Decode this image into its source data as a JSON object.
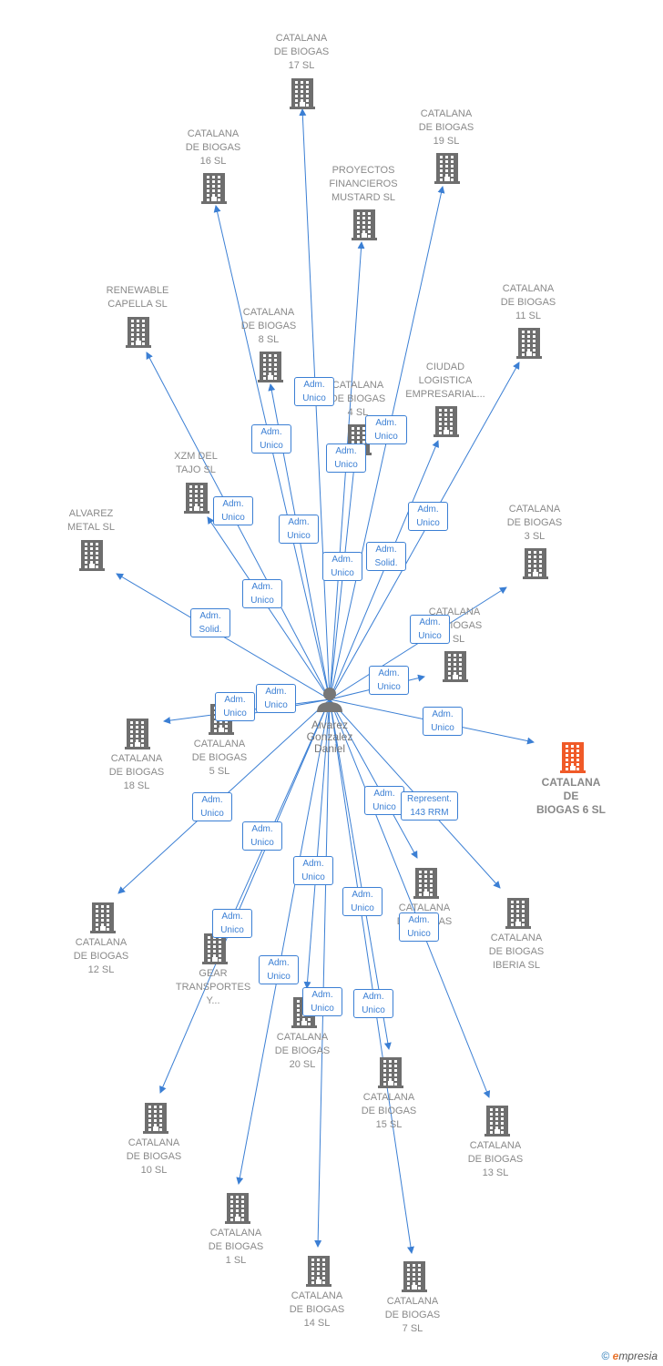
{
  "colors": {
    "edge": "#3b7fd4",
    "building": "#6e6e6e",
    "building_highlight": "#f05a28",
    "text": "#8a8a8a"
  },
  "person": {
    "name": "Alvarez\nGonzalez\nDaniel",
    "icon": "person-icon"
  },
  "nodes": [
    {
      "id": "n17",
      "label": "CATALANA\nDE BIOGAS\n17  SL"
    },
    {
      "id": "n16",
      "label": "CATALANA\nDE BIOGAS\n16  SL"
    },
    {
      "id": "n19",
      "label": "CATALANA\nDE BIOGAS\n19  SL"
    },
    {
      "id": "nproy",
      "label": "PROYECTOS\nFINANCIEROS\nMUSTARD  SL"
    },
    {
      "id": "nren",
      "label": "RENEWABLE\nCAPELLA  SL"
    },
    {
      "id": "n11",
      "label": "CATALANA\nDE BIOGAS\n11  SL"
    },
    {
      "id": "n8",
      "label": "CATALANA\nDE BIOGAS\n8  SL"
    },
    {
      "id": "n4",
      "label": "CATALANA\nDE BIOGAS\n4  SL"
    },
    {
      "id": "nciu",
      "label": "CIUDAD\nLOGISTICA\nEMPRESARIAL..."
    },
    {
      "id": "nxzm",
      "label": "XZM DEL\nTAJO SL"
    },
    {
      "id": "nalv",
      "label": "ALVAREZ\nMETAL  SL"
    },
    {
      "id": "n3",
      "label": "CATALANA\nDE BIOGAS\n3  SL"
    },
    {
      "id": "n2",
      "label": "CATALANA\nDE BIOGAS\n2  SL"
    },
    {
      "id": "n6",
      "label": "CATALANA\nDE\nBIOGAS 6  SL",
      "highlight": true
    },
    {
      "id": "n18",
      "label": "CATALANA\nDE BIOGAS\n18  SL"
    },
    {
      "id": "n5",
      "label": "CATALANA\nDE BIOGAS\n5  SL"
    },
    {
      "id": "n9",
      "label": "CATALANA\nDE BIOGAS\n9  SL"
    },
    {
      "id": "niber",
      "label": "CATALANA\nDE BIOGAS\nIBERIA  SL"
    },
    {
      "id": "n12",
      "label": "CATALANA\nDE BIOGAS\n12  SL"
    },
    {
      "id": "ngear",
      "label": "GEAR\nTRANSPORTES\nY..."
    },
    {
      "id": "n20",
      "label": "CATALANA\nDE BIOGAS\n20  SL"
    },
    {
      "id": "n15",
      "label": "CATALANA\nDE BIOGAS\n15  SL"
    },
    {
      "id": "n10",
      "label": "CATALANA\nDE BIOGAS\n10  SL"
    },
    {
      "id": "n13",
      "label": "CATALANA\nDE BIOGAS\n13  SL"
    },
    {
      "id": "n1",
      "label": "CATALANA\nDE BIOGAS\n1  SL"
    },
    {
      "id": "n14",
      "label": "CATALANA\nDE BIOGAS\n14  SL"
    },
    {
      "id": "n7",
      "label": "CATALANA\nDE BIOGAS\n7  SL"
    }
  ],
  "badges": [
    {
      "text": "Adm.\nUnico"
    },
    {
      "text": "Adm.\nUnico"
    },
    {
      "text": "Adm.\nUnico"
    },
    {
      "text": "Adm.\nUnico"
    },
    {
      "text": "Adm.\nUnico"
    },
    {
      "text": "Adm.\nUnico"
    },
    {
      "text": "Adm.\nUnico"
    },
    {
      "text": "Adm.\nUnico"
    },
    {
      "text": "Adm.\nSolid."
    },
    {
      "text": "Adm.\nUnico"
    },
    {
      "text": "Adm.\nSolid."
    },
    {
      "text": "Adm.\nUnico"
    },
    {
      "text": "Adm.\nUnico"
    },
    {
      "text": "Adm.\nUnico"
    },
    {
      "text": "Adm.\nUnico"
    },
    {
      "text": "Adm.\nUnico"
    },
    {
      "text": "Adm.\nUnico"
    },
    {
      "text": "Represent.\n143 RRM"
    },
    {
      "text": "Adm.\nUnico"
    },
    {
      "text": "Adm.\nUnico"
    },
    {
      "text": "Adm.\nUnico"
    },
    {
      "text": "Adm.\nUnico"
    },
    {
      "text": "Adm.\nUnico"
    },
    {
      "text": "Adm.\nUnico"
    },
    {
      "text": "Adm.\nUnico"
    },
    {
      "text": "Adm.\nUnico"
    },
    {
      "text": "Adm.\nUnico"
    },
    {
      "text": "Adm.\nUnico"
    }
  ],
  "footer": {
    "copyright": "©",
    "brand_initial": "e",
    "brand_rest": "mpresia"
  }
}
